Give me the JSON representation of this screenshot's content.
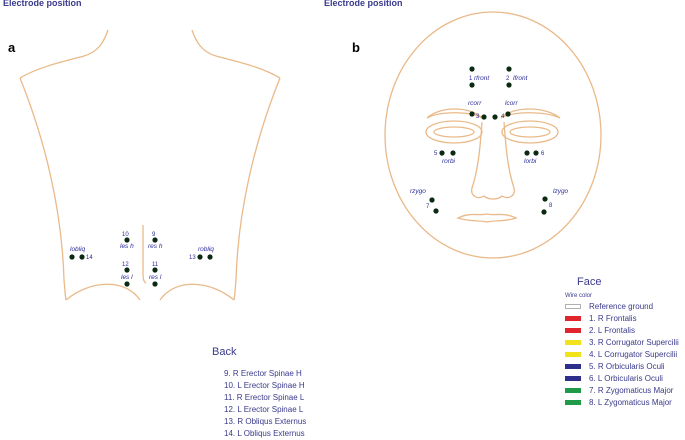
{
  "titles": {
    "left": "Electrode position",
    "right": "Electrode position"
  },
  "panels": {
    "a": "a",
    "b": "b"
  },
  "back_labels": {
    "les_h": "les h",
    "res_h": "res h",
    "les_l": "les l",
    "res_l": "res l",
    "lobliq": "lobliq",
    "robliq": "robliq",
    "n10": "10",
    "n9": "9",
    "n12": "12",
    "n11": "11",
    "n14": "14",
    "n13": "13"
  },
  "face_labels": {
    "rfront": "rfront",
    "lfront": "lfront",
    "rcorr": "rcorr",
    "lcorr": "lcorr",
    "rorbi": "rorbi",
    "lorbi": "lorbi",
    "rzygo": "rzygo",
    "lzygo": "lzygo",
    "n1": "1",
    "n2": "2",
    "n3": "3",
    "n4": "4",
    "n5": "5",
    "n6": "6",
    "n7": "7",
    "n8": "8"
  },
  "back_legend": {
    "heading": "Back",
    "items": [
      "9. R Erector Spinae H",
      "10. L Erector Spinae H",
      "11. R Erector Spinae L",
      "12. L Erector Spinae L",
      "13. R Obliqus Externus",
      "14. L Obliqus Externus"
    ]
  },
  "face_legend": {
    "heading": "Face",
    "wire_color_label": "Wire color",
    "items": [
      {
        "label": "Reference ground",
        "color": "#ffffff"
      },
      {
        "label": "1. R Frontalis",
        "color": "#e0242b"
      },
      {
        "label": "2. L Frontalis",
        "color": "#e0242b"
      },
      {
        "label": "3. R Corrugator Supercilii",
        "color": "#f2e21c"
      },
      {
        "label": "4. L Corrugator Supercilii",
        "color": "#f2e21c"
      },
      {
        "label": "5. R Orbicularis Oculi",
        "color": "#2e2e8c"
      },
      {
        "label": "6. L Orbicularis Oculi",
        "color": "#2e2e8c"
      },
      {
        "label": "7. R Zygomaticus Major",
        "color": "#1e9a48"
      },
      {
        "label": "8. L Zygomaticus Major",
        "color": "#1e9a48"
      }
    ]
  },
  "colors": {
    "outline": "#eab989",
    "electrode": "#0b2a12",
    "text": "#2b2b9a"
  }
}
